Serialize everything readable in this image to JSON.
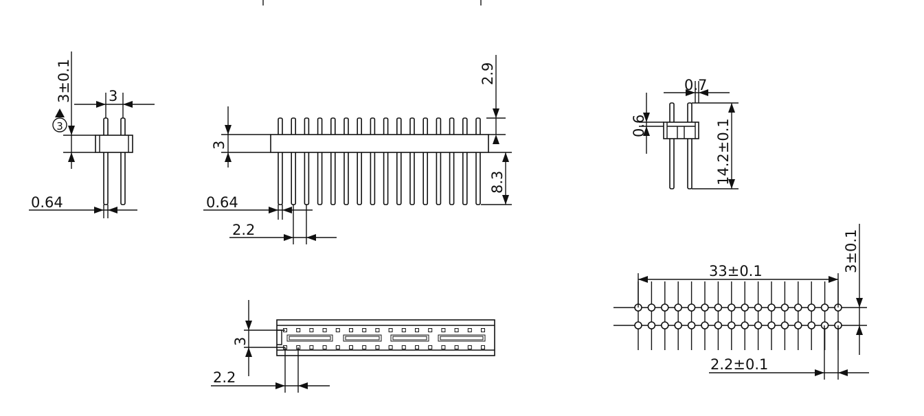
{
  "side_view": {
    "dim_height_top": "3±0.1",
    "dim_pitch": "3",
    "marker": "3",
    "dim_pin_width": "0.64"
  },
  "front_view": {
    "dim_top_length": "2.9",
    "dim_housing_height": "3",
    "dim_bottom_length": "8.3",
    "dim_pin_width": "0.64",
    "dim_pitch": "2.2"
  },
  "top_view": {
    "dim_row_pitch": "3",
    "dim_pitch": "2.2"
  },
  "detail_view": {
    "dim_pin_size": "0.7",
    "dim_offset": "0.6",
    "dim_total_height": "14.2±0.1"
  },
  "pcb_layout": {
    "dim_total_span": "33±0.1",
    "dim_row_spacing": "3±0.1",
    "dim_pitch": "2.2±0.1"
  }
}
